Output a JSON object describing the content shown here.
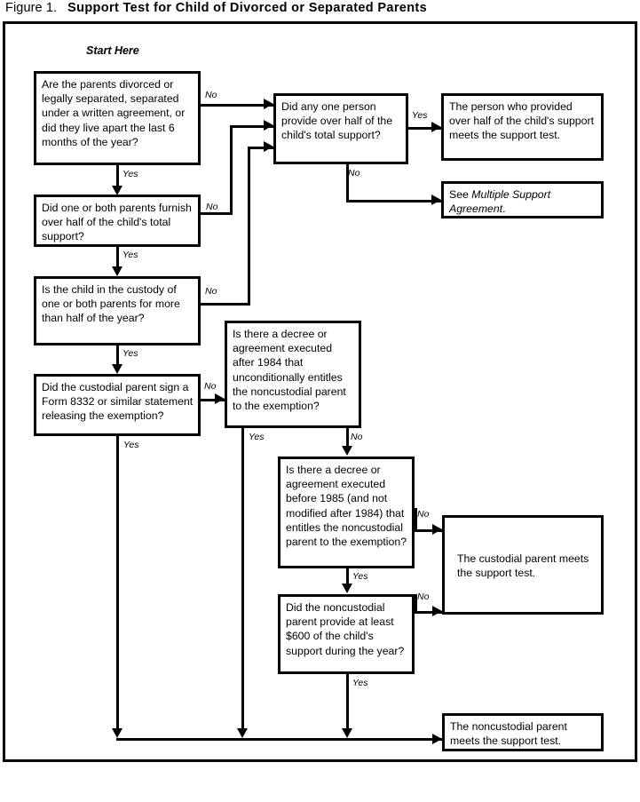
{
  "figure": {
    "number": "Figure 1.",
    "title": "Support Test for Child of Divorced or Separated Parents"
  },
  "labels": {
    "start_here": "Start Here",
    "yes": "Yes",
    "no": "No"
  },
  "nodes": {
    "q_divorced": "Are the parents divorced or legally separated, separated under a written agreement, or did they live apart the last 6 months of the year?",
    "q_parents_half": "Did one or both parents furnish over half of the child's total support?",
    "q_custody": "Is the child in the custody of one or both parents for more than half of the year?",
    "q_form8332": "Did the custodial parent sign a Form 8332 or similar statement releasing the exemption?",
    "q_anyone_half": "Did any one person provide over half of the child's total support?",
    "r_person_meets": "The person who provided over half of the child's support meets the support test.",
    "r_multiple_support_prefix": "See ",
    "r_multiple_support_italic": "Multiple Support Agreement",
    "r_multiple_support_suffix": ".",
    "q_decree_after1984": "Is there a decree or agreement executed after 1984 that unconditionally entitles the noncustodial parent to the exemption?",
    "q_decree_before1985": "Is there a decree or agreement executed before 1985 (and not modified after 1984) that entitles the noncustodial parent to the exemption?",
    "q_600_support": "Did the noncustodial parent provide at least $600 of the child's support during the year?",
    "r_custodial_meets": "The custodial parent meets the support test.",
    "r_noncustodial_meets": "The noncustodial parent meets the support test."
  },
  "edges": [
    {
      "id": "e1",
      "from": "q_divorced",
      "to": "q_anyone_half",
      "label": "No"
    },
    {
      "id": "e2",
      "from": "q_divorced",
      "to": "q_parents_half",
      "label": "Yes"
    },
    {
      "id": "e3",
      "from": "q_parents_half",
      "to": "q_anyone_half",
      "label": "No"
    },
    {
      "id": "e4",
      "from": "q_parents_half",
      "to": "q_custody",
      "label": "Yes"
    },
    {
      "id": "e5",
      "from": "q_custody",
      "to": "q_anyone_half",
      "label": "No"
    },
    {
      "id": "e6",
      "from": "q_custody",
      "to": "q_form8332",
      "label": "Yes"
    },
    {
      "id": "e7",
      "from": "q_form8332",
      "to": "q_decree_after1984",
      "label": "No"
    },
    {
      "id": "e8",
      "from": "q_form8332",
      "to": "r_noncustodial_meets",
      "label": "Yes"
    },
    {
      "id": "e9",
      "from": "q_anyone_half",
      "to": "r_person_meets",
      "label": "Yes"
    },
    {
      "id": "e10",
      "from": "q_anyone_half",
      "to": "r_multiple_support",
      "label": "No"
    },
    {
      "id": "e11",
      "from": "q_decree_after1984",
      "to": "r_noncustodial_meets",
      "label": "Yes"
    },
    {
      "id": "e12",
      "from": "q_decree_after1984",
      "to": "q_decree_before1985",
      "label": "No"
    },
    {
      "id": "e13",
      "from": "q_decree_before1985",
      "to": "r_custodial_meets",
      "label": "No"
    },
    {
      "id": "e14",
      "from": "q_decree_before1985",
      "to": "q_600_support",
      "label": "Yes"
    },
    {
      "id": "e15",
      "from": "q_600_support",
      "to": "r_custodial_meets",
      "label": "No"
    },
    {
      "id": "e16",
      "from": "q_600_support",
      "to": "r_noncustodial_meets",
      "label": "Yes"
    }
  ],
  "colors": {
    "ink": "#000000",
    "paper": "#ffffff"
  }
}
